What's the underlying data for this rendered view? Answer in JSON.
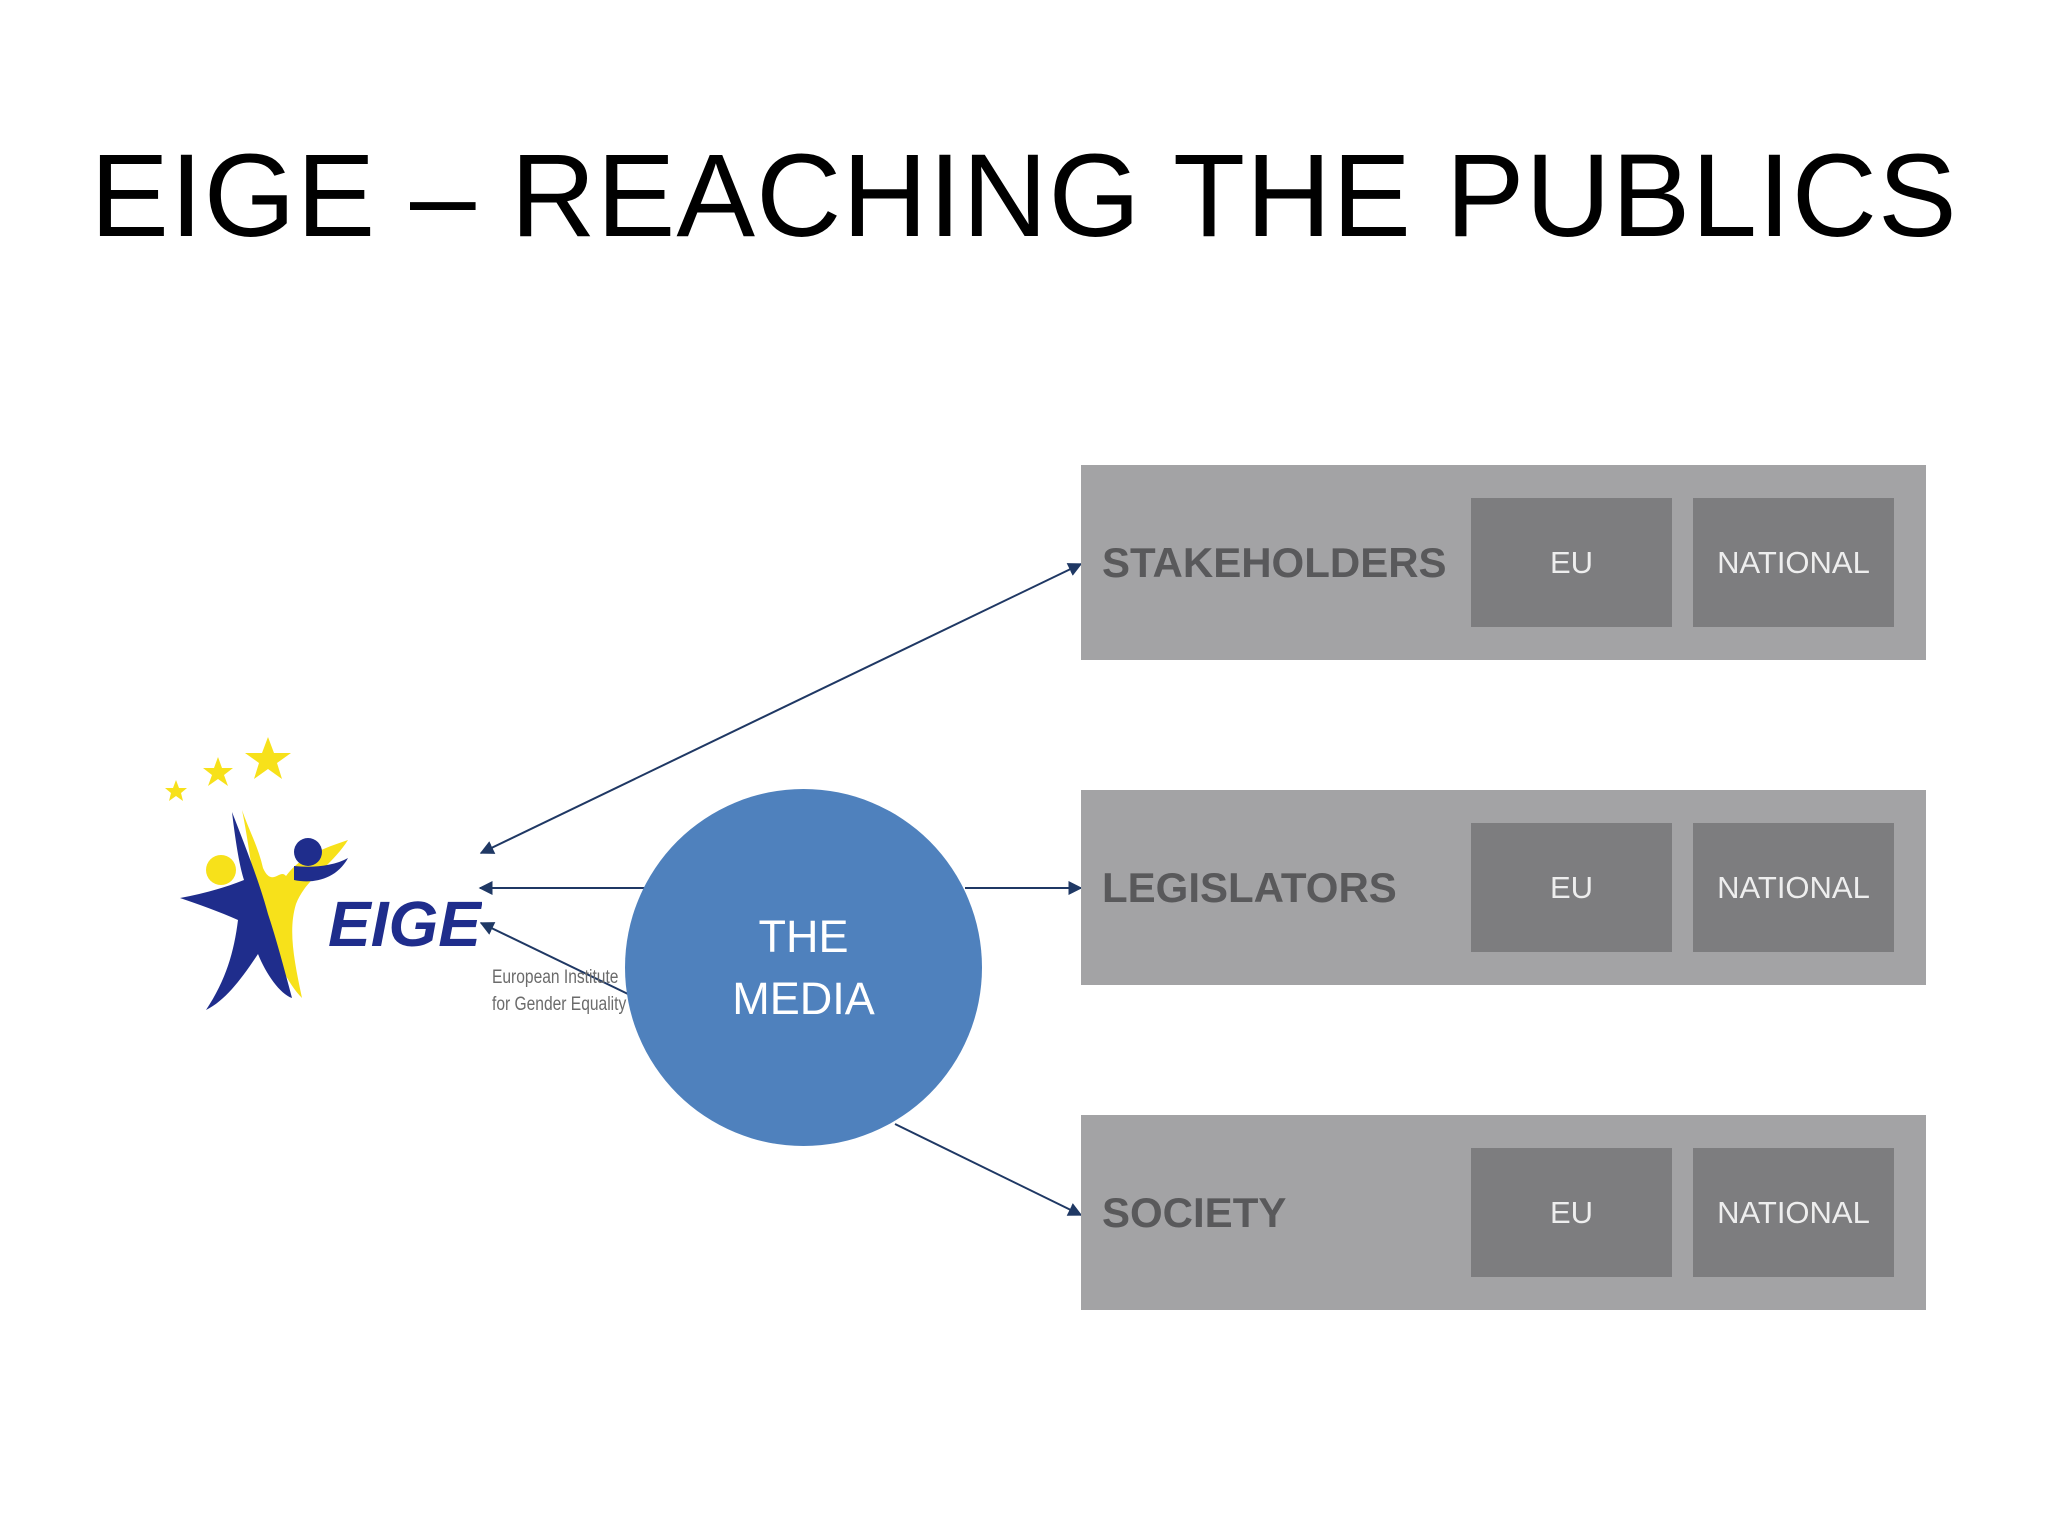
{
  "slide": {
    "title": "EIGE – REACHING THE PUBLICS"
  },
  "logo": {
    "wordmark": "EIGE",
    "line1": "European Institute",
    "line2": "for Gender Equality",
    "colors": {
      "blue": "#1f2d8c",
      "yellow": "#f7e11a"
    }
  },
  "media": {
    "line1": "THE",
    "line2": "MEDIA",
    "color": "#4f81bd"
  },
  "audiences": [
    {
      "label": "STAKEHOLDERS",
      "tags": [
        "EU",
        "NATIONAL"
      ]
    },
    {
      "label": "LEGISLATORS",
      "tags": [
        "EU",
        "NATIONAL"
      ]
    },
    {
      "label": "SOCIETY",
      "tags": [
        "EU",
        "NATIONAL"
      ]
    }
  ],
  "colors": {
    "box": "#a3a3a5",
    "tag": "#7d7d7f",
    "label": "#59595b",
    "arrow": "#1f3864"
  }
}
